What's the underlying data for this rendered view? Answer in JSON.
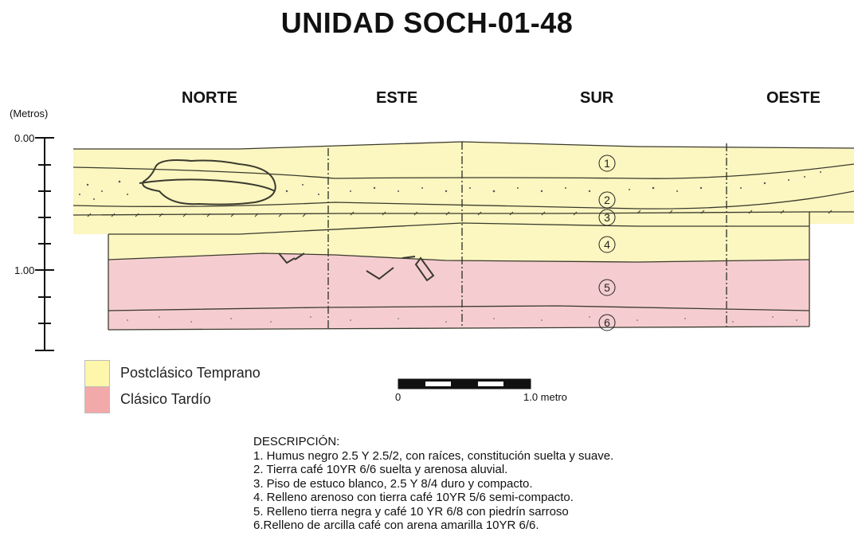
{
  "title": "UNIDAD SOCH-01-48",
  "walls": [
    "NORTE",
    "ESTE",
    "SUR",
    "OESTE"
  ],
  "axis": {
    "units": "(Metros)",
    "tick_labels": [
      "0.00",
      "1.00"
    ]
  },
  "layers": [
    {
      "number": "1"
    },
    {
      "number": "2"
    },
    {
      "number": "3"
    },
    {
      "number": "4"
    },
    {
      "number": "5"
    },
    {
      "number": "6"
    }
  ],
  "legend": [
    {
      "label": "Postclásico Temprano",
      "color": "#fdf6ab"
    },
    {
      "label": "Clásico Tardío",
      "color": "#f2a9a9"
    }
  ],
  "scale_bar": {
    "start_label": "0",
    "end_label": "1.0 metro"
  },
  "description": {
    "heading": "DESCRIPCIÓN:",
    "items": [
      "1. Humus negro 2.5 Y 2.5/2, con raíces, constitución suelta y suave.",
      "2. Tierra café  10YR 6/6 suelta y arenosa aluvial.",
      "3. Piso de estuco blanco, 2.5 Y 8/4 duro y compacto.",
      "4. Relleno arenoso con tierra café 10YR 5/6 semi-compacto.",
      "5. Relleno tierra negra y café 10 YR 6/8 con piedrín sarroso",
      "6.Relleno de arcilla café con arena amarilla  10YR 6/6."
    ]
  },
  "colors": {
    "yellow_fill": "#fcf6c0",
    "pink_fill": "#f5cdd0",
    "line": "#3a3a2e"
  }
}
